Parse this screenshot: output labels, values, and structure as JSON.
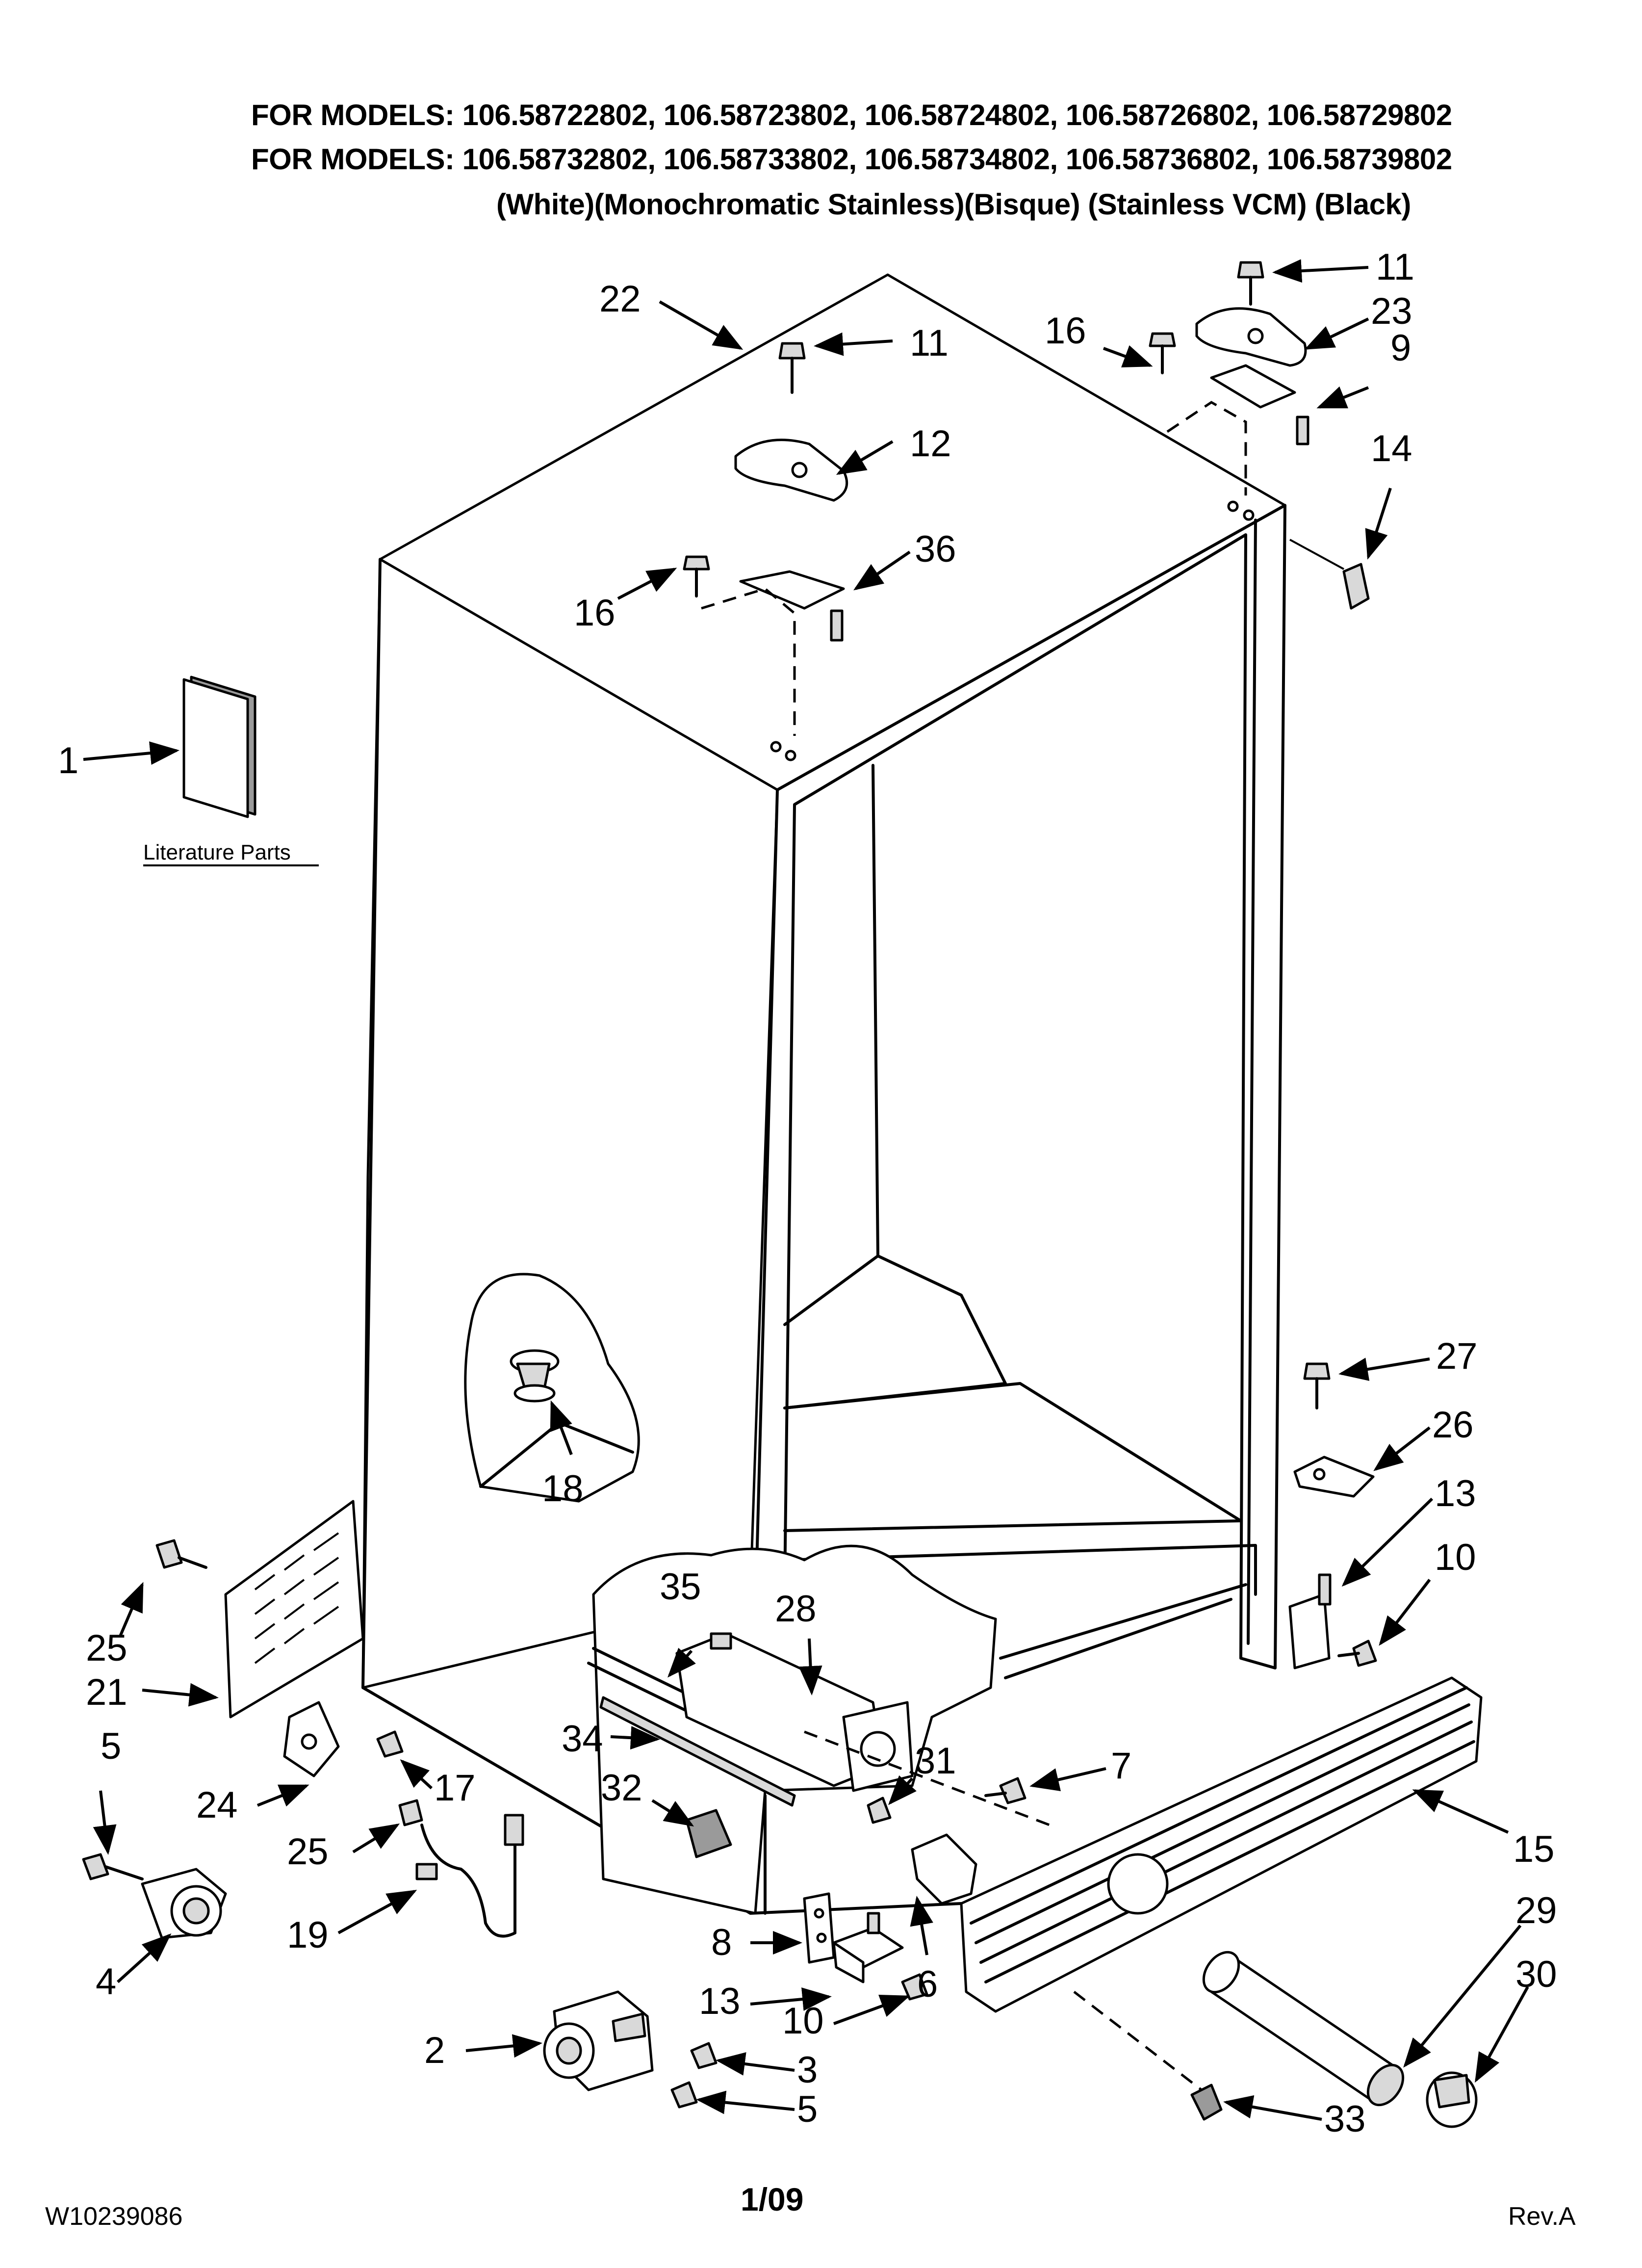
{
  "header": {
    "models_line_1": "FOR MODELS: 106.58722802, 106.58723802, 106.58724802, 106.58726802, 106.58729802",
    "models_line_2": "FOR MODELS: 106.58732802, 106.58733802, 106.58734802, 106.58736802, 106.58739802",
    "colors_line": "(White)(Monochromatic Stainless)(Bisque) (Stainless VCM) (Black)"
  },
  "literature_label": "Literature Parts",
  "callouts": {
    "c1": "1",
    "c2": "2",
    "c3": "3",
    "c4": "4",
    "c5a": "5",
    "c5b": "5",
    "c6": "6",
    "c7": "7",
    "c8": "8",
    "c9": "9",
    "c10a": "10",
    "c10b": "10",
    "c11a": "11",
    "c11b": "11",
    "c12": "12",
    "c13a": "13",
    "c13b": "13",
    "c14": "14",
    "c15": "15",
    "c16a": "16",
    "c16b": "16",
    "c17": "17",
    "c18": "18",
    "c19": "19",
    "c21": "21",
    "c22": "22",
    "c23": "23",
    "c24": "24",
    "c25a": "25",
    "c25b": "25",
    "c26": "26",
    "c27": "27",
    "c28": "28",
    "c29": "29",
    "c30": "30",
    "c31": "31",
    "c32": "32",
    "c33": "33",
    "c34": "34",
    "c35": "35",
    "c36": "36"
  },
  "footer": {
    "doc_number": "W10239086",
    "date": "1/09",
    "revision": "Rev.A"
  }
}
